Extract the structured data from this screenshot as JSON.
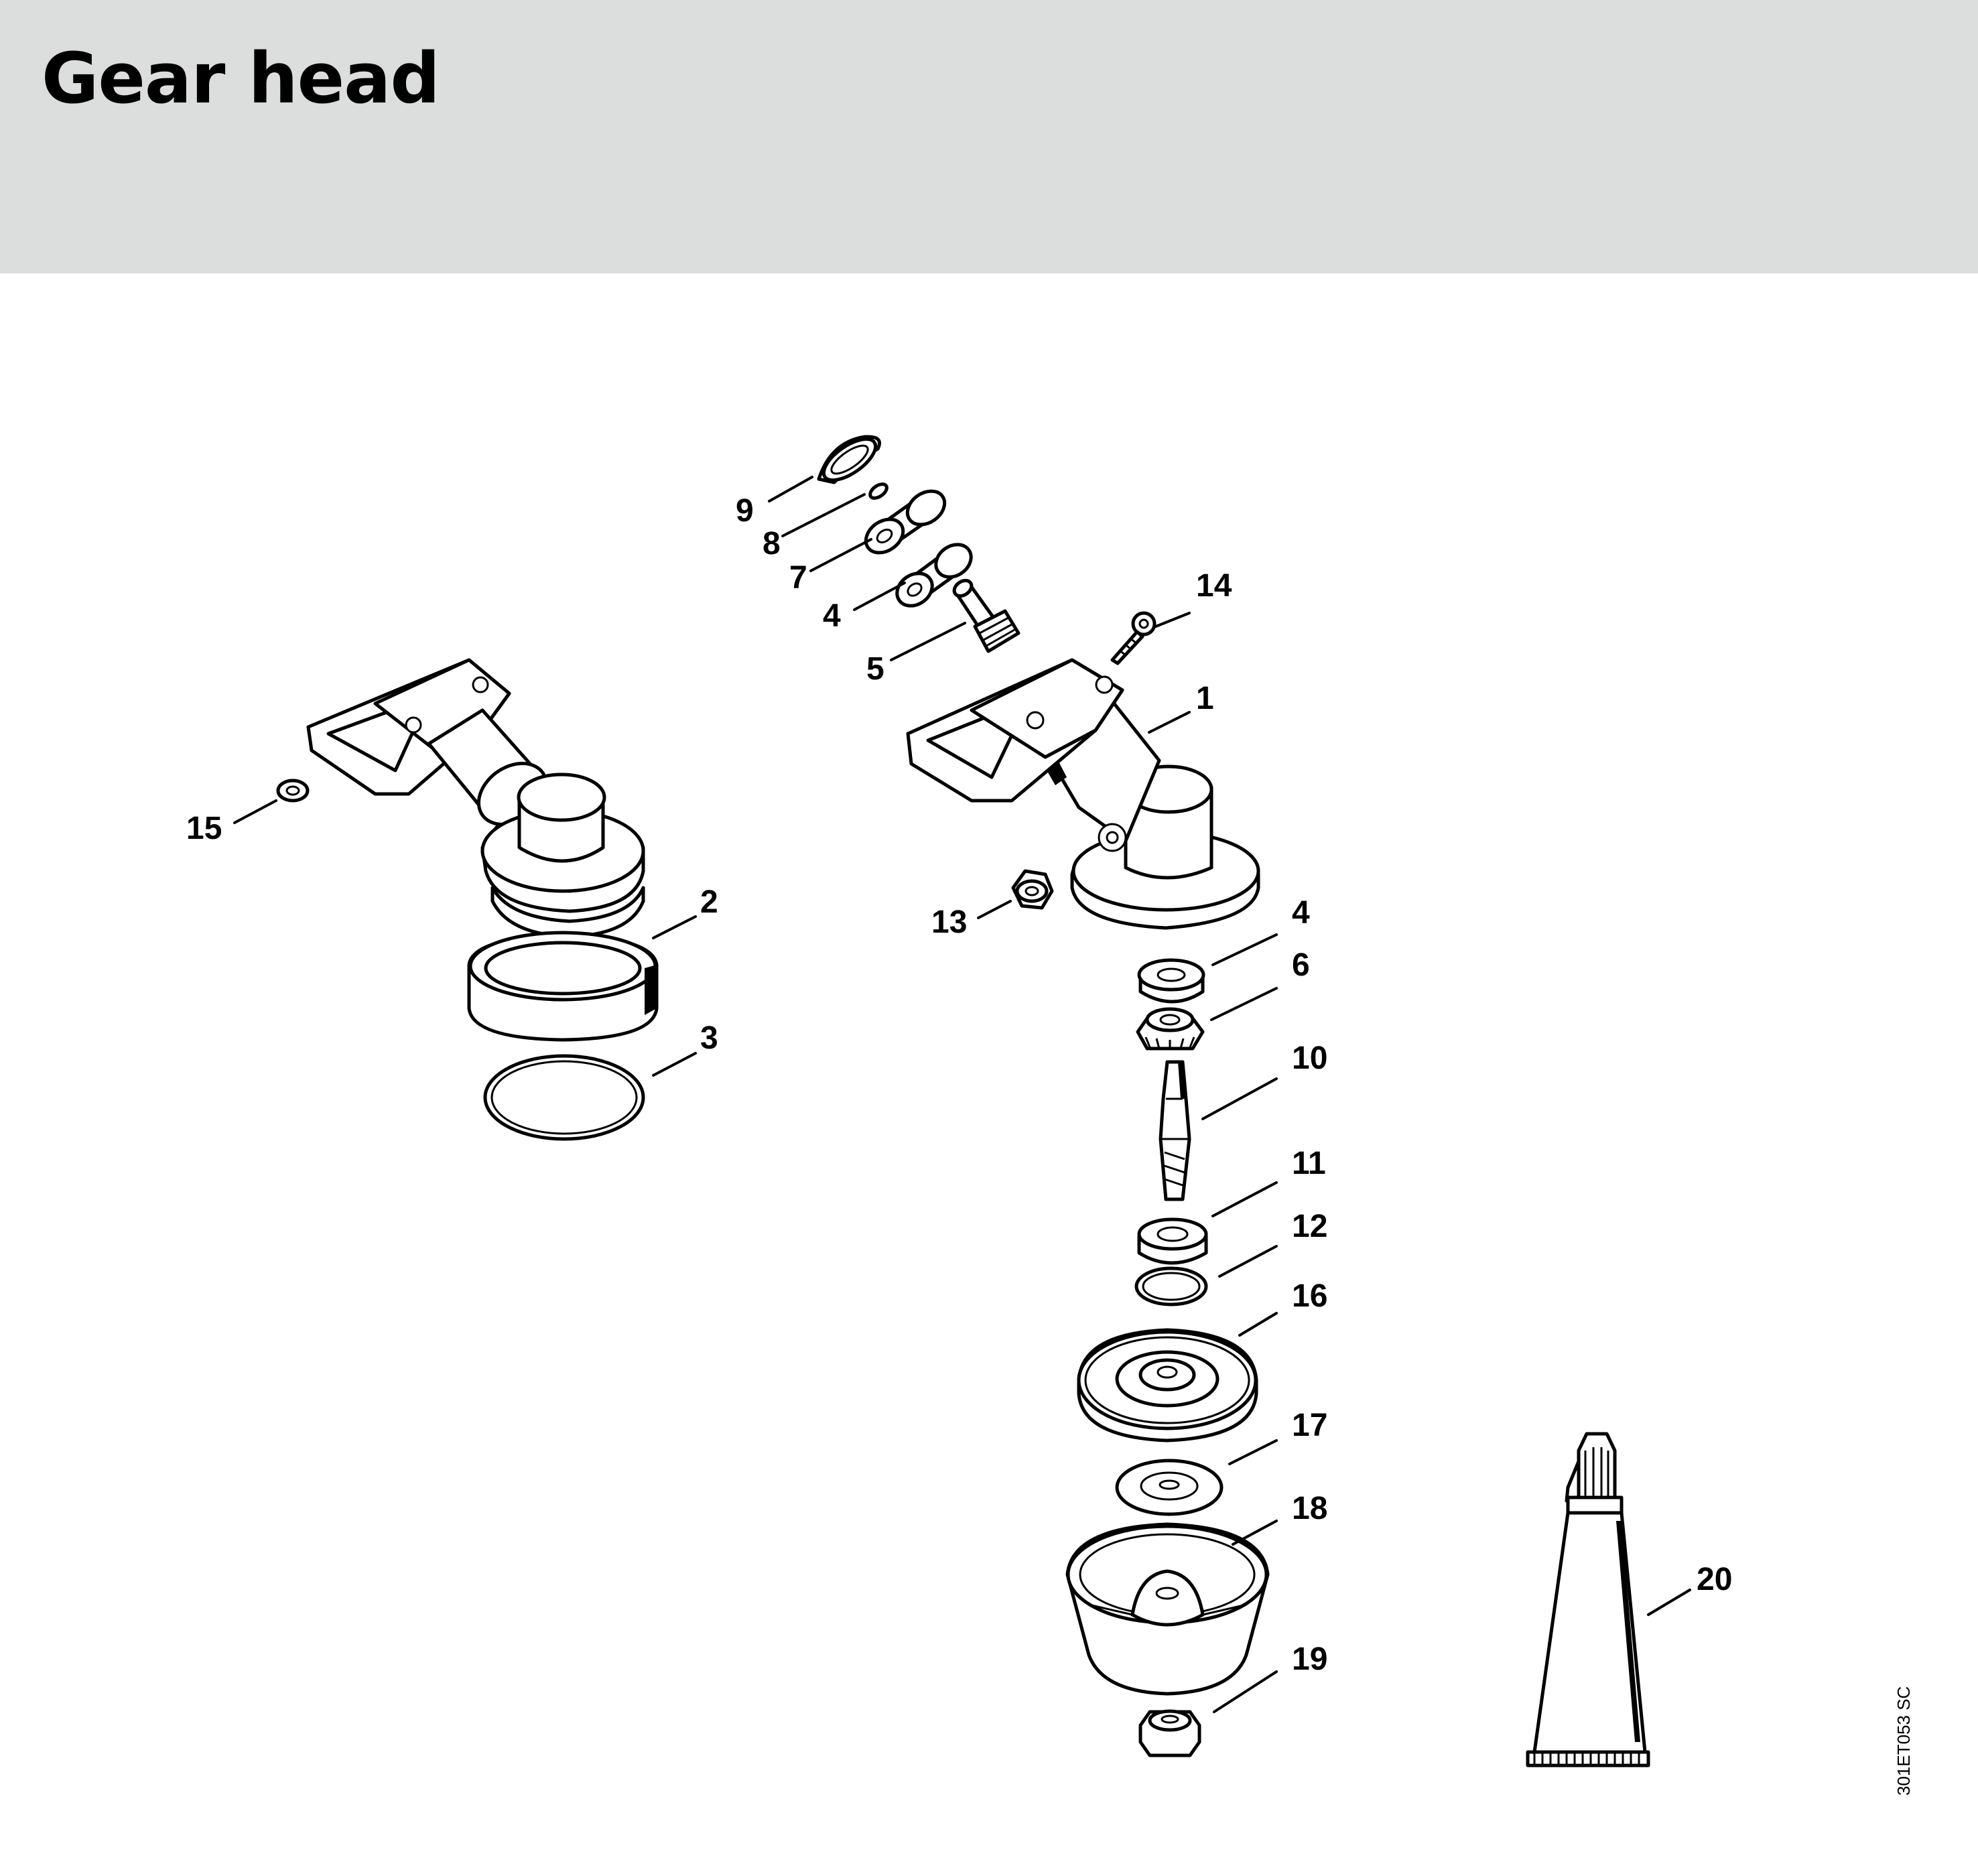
{
  "page": {
    "title": "Gear head"
  },
  "figure_code": "301ET053 SC",
  "parts": [
    {
      "id": "part-9",
      "label": "9"
    },
    {
      "id": "part-8",
      "label": "8"
    },
    {
      "id": "part-7",
      "label": "7"
    },
    {
      "id": "part-4a",
      "label": "4"
    },
    {
      "id": "part-5",
      "label": "5"
    },
    {
      "id": "part-14",
      "label": "14"
    },
    {
      "id": "part-1",
      "label": "1"
    },
    {
      "id": "part-15",
      "label": "15"
    },
    {
      "id": "part-2",
      "label": "2"
    },
    {
      "id": "part-3",
      "label": "3"
    },
    {
      "id": "part-13",
      "label": "13"
    },
    {
      "id": "part-4b",
      "label": "4"
    },
    {
      "id": "part-6",
      "label": "6"
    },
    {
      "id": "part-10",
      "label": "10"
    },
    {
      "id": "part-11",
      "label": "11"
    },
    {
      "id": "part-12",
      "label": "12"
    },
    {
      "id": "part-16",
      "label": "16"
    },
    {
      "id": "part-17",
      "label": "17"
    },
    {
      "id": "part-18",
      "label": "18"
    },
    {
      "id": "part-19",
      "label": "19"
    },
    {
      "id": "part-20",
      "label": "20"
    }
  ]
}
